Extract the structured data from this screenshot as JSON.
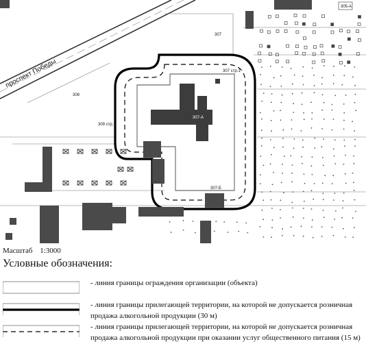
{
  "map": {
    "street_name": "проспект Победы",
    "parcel_labels": {
      "p307": "307",
      "p307_str1": "307 стр.1",
      "p308": "308",
      "p309_str1": "309 стр.1",
      "p307a": "307-А",
      "p307b": "307-Б",
      "corner": "305-А"
    }
  },
  "scale": {
    "label": "Масштаб",
    "value": "1:3000"
  },
  "legend": {
    "title": "Условные обозначения:",
    "items": [
      {
        "style": "fence",
        "text": "- линия границы ограждения организации (объекта)"
      },
      {
        "style": "thick",
        "text": "- линия границы прилегающей территории, на которой не допускается розничная продажа алкогольной продукции (30 м)"
      },
      {
        "style": "dashed",
        "text": "- линия границы прилегающей территории, на которой не допускается розничная продажа алкогольной продукции при оказании услуг общественного питания (15 м)"
      }
    ]
  }
}
